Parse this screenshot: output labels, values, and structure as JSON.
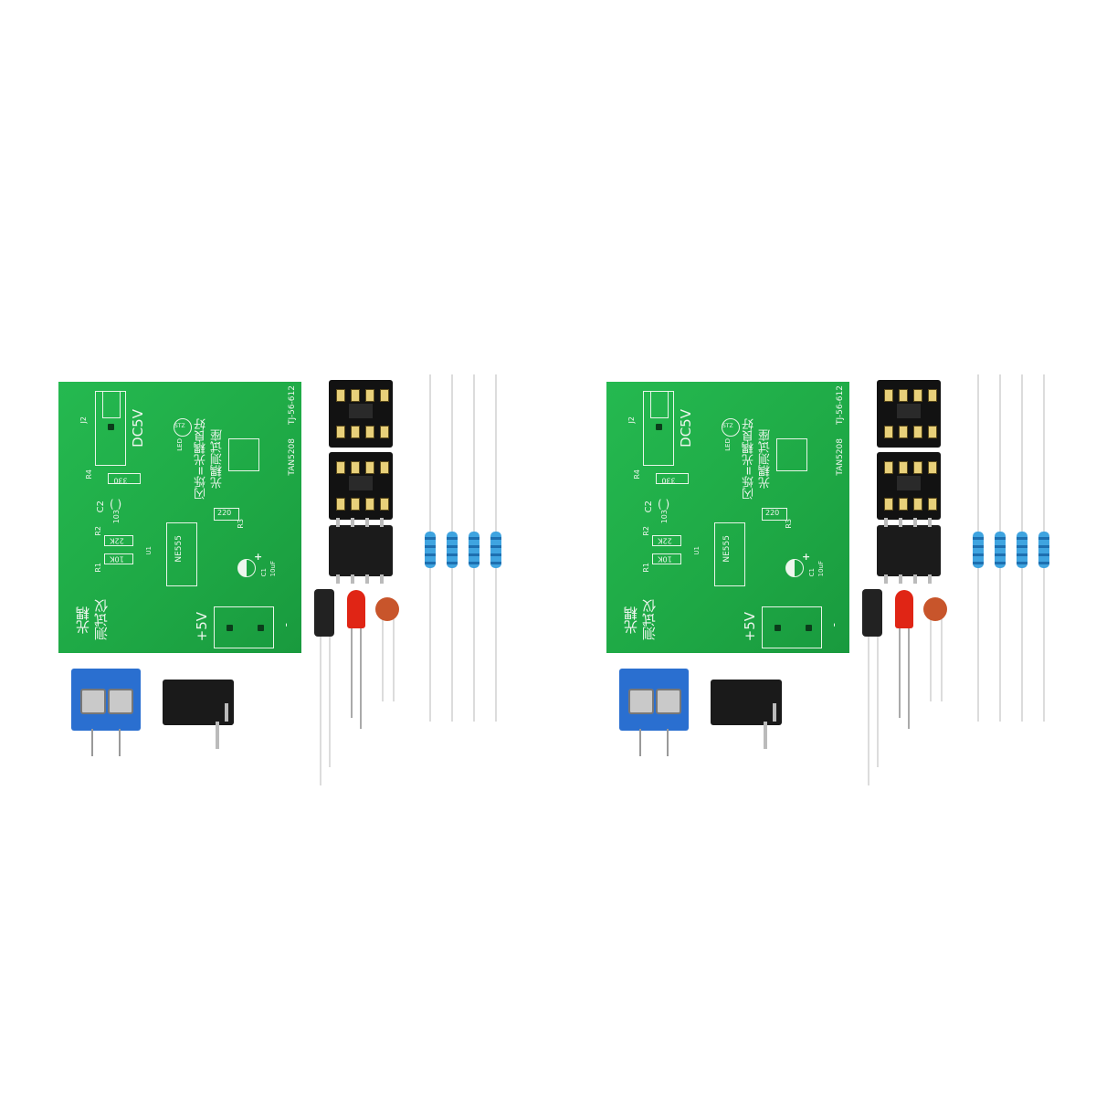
{
  "kits": [
    {
      "board": {
        "j2": "J2",
        "dc5v": "DC5V",
        "led_label": "LED",
        "led_mark": "STZ",
        "flash_note": "闪烁=光耦良好",
        "socket_note": "光耦测试座",
        "code": "TAN5208",
        "version": "TJ-56-612",
        "r4": "R4",
        "r4_value": "330",
        "c2": "C2",
        "c2_value": "103",
        "r2": "R2",
        "r2_value": "22K",
        "r1": "R1",
        "r1_value": "10K",
        "u1": "U1",
        "ic_name": "NE555",
        "r3": "R3",
        "r3_value": "220",
        "c1": "C1",
        "c1_value": "10uF",
        "title_line1": "光耦",
        "title_line2": "测试仪",
        "plus5v": "+5V",
        "minus": "-"
      }
    },
    {
      "board": {
        "j2": "J2",
        "dc5v": "DC5V",
        "led_label": "LED",
        "led_mark": "STZ",
        "flash_note": "闪烁=光耦良好",
        "socket_note": "光耦测试座",
        "code": "TAN5208",
        "version": "TJ-56-612",
        "r4": "R4",
        "r4_value": "330",
        "c2": "C2",
        "c2_value": "103",
        "r2": "R2",
        "r2_value": "22K",
        "r1": "R1",
        "r1_value": "10K",
        "u1": "U1",
        "ic_name": "NE555",
        "r3": "R3",
        "r3_value": "220",
        "c1": "C1",
        "c1_value": "10uF",
        "title_line1": "光耦",
        "title_line2": "测试仪",
        "plus5v": "+5V",
        "minus": "-"
      }
    }
  ],
  "colors": {
    "pcb": "#1fb04a",
    "silkscreen": "#eef6ee",
    "terminal_block": "#2a6fd0",
    "resistor": "#3fa4e0",
    "led": "#e02515",
    "ceramic_cap": "#c8552b"
  }
}
